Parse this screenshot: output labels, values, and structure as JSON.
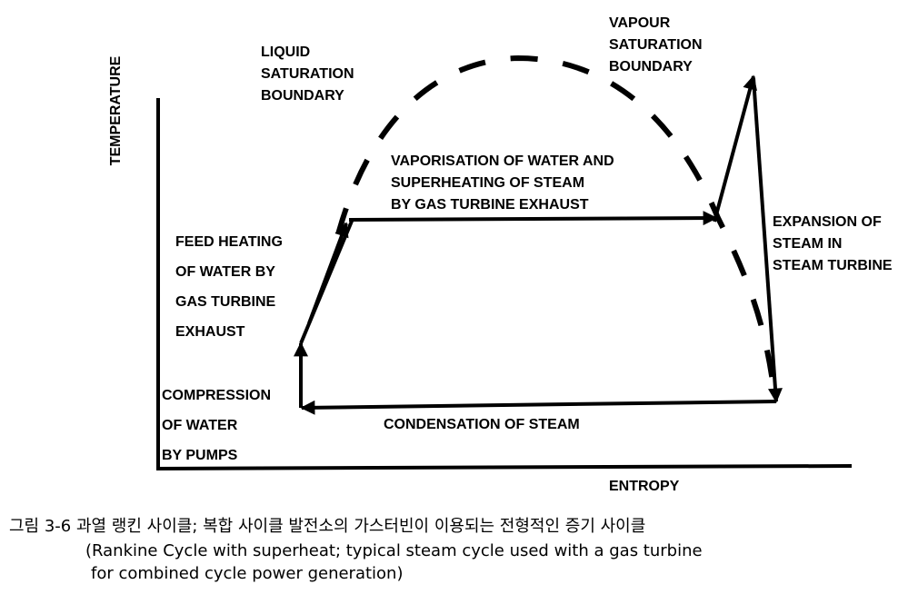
{
  "axes": {
    "y_label": "TEMPERATURE",
    "x_label": "ENTROPY"
  },
  "labels": {
    "liquid_boundary": [
      "LIQUID",
      "SATURATION",
      "BOUNDARY"
    ],
    "vapour_boundary": [
      "VAPOUR",
      "SATURATION",
      "BOUNDARY"
    ],
    "vaporisation": [
      "VAPORISATION OF WATER AND",
      "SUPERHEATING OF STEAM",
      "BY GAS TURBINE EXHAUST"
    ],
    "feed_heating": [
      "FEED HEATING",
      "OF WATER BY",
      "GAS TURBINE",
      "EXHAUST"
    ],
    "expansion": [
      "EXPANSION OF",
      "STEAM IN",
      "STEAM TURBINE"
    ],
    "compression": [
      "COMPRESSION",
      "OF WATER",
      "BY PUMPS"
    ],
    "condensation": "CONDENSATION OF STEAM"
  },
  "caption": {
    "korean": "그림 3-6 과열 랭킨 사이클; 복합 사이클 발전소의 가스터빈이 이용되는 전형적인 증기 사이클",
    "english_line1": "(Rankine Cycle with superheat; typical steam cycle used with a gas turbine",
    "english_line2": "for combined cycle power generation)"
  }
}
